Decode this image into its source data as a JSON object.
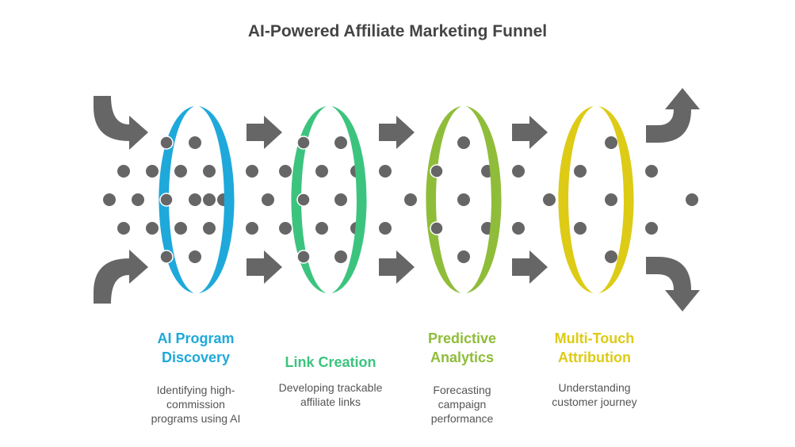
{
  "title": "AI-Powered Affiliate Marketing Funnel",
  "colors": {
    "arrow": "#666666",
    "dot": "#666666",
    "text": "#555555"
  },
  "stages": [
    {
      "label_line1": "AI Program",
      "label_line2": "Discovery",
      "desc_line1": "Identifying high-",
      "desc_line2": "commission",
      "desc_line3": "programs using AI",
      "color": "#1EA9DA"
    },
    {
      "label_line1": "Link Creation",
      "label_line2": "",
      "desc_line1": "Developing trackable",
      "desc_line2": "affiliate links",
      "desc_line3": "",
      "color": "#3CC47F"
    },
    {
      "label_line1": "Predictive",
      "label_line2": "Analytics",
      "desc_line1": "Forecasting",
      "desc_line2": "campaign",
      "desc_line3": "performance",
      "color": "#8FBD3A"
    },
    {
      "label_line1": "Multi-Touch",
      "label_line2": "Attribution",
      "desc_line1": "Understanding",
      "desc_line2": "customer journey",
      "desc_line3": "",
      "color": "#DDCB15"
    }
  ]
}
